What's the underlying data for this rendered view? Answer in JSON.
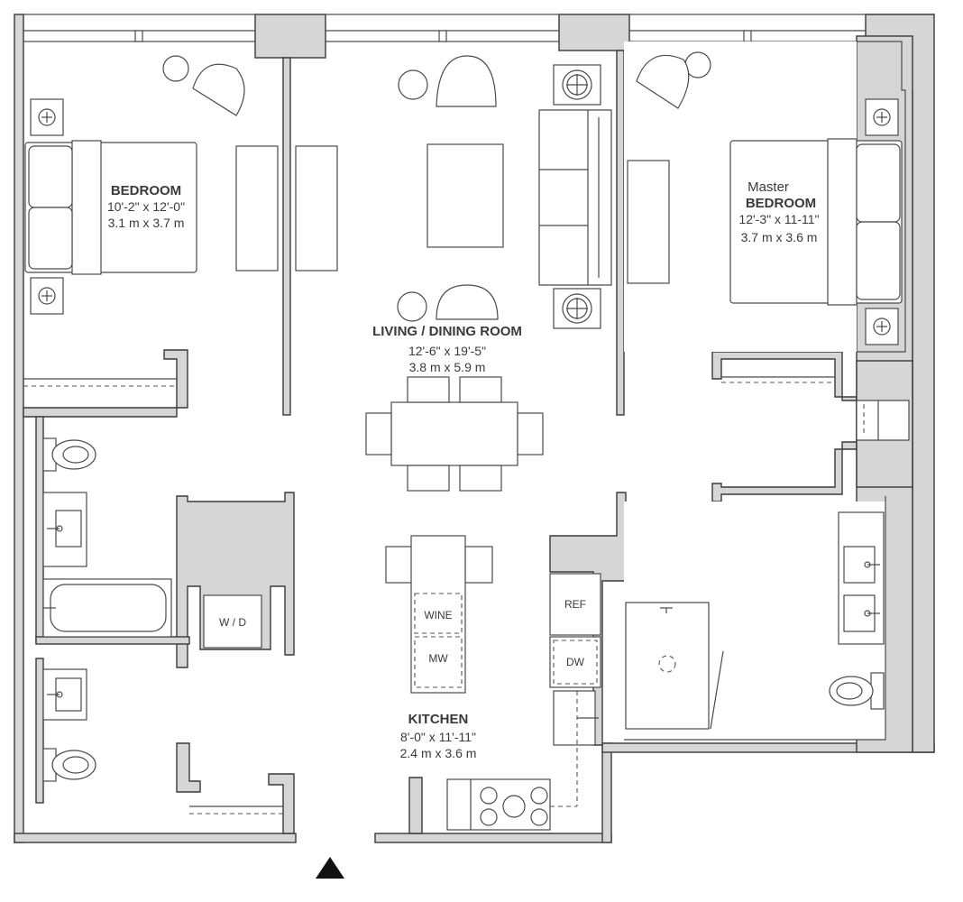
{
  "rooms": {
    "bedroom": {
      "title": "BEDROOM",
      "dims_imperial": "10'-2\" x 12'-0\"",
      "dims_metric": "3.1 m x 3.7 m"
    },
    "master": {
      "title_line1": "Master",
      "title_line2": "BEDROOM",
      "dims_imperial": "12'-3\" x 11-11\"",
      "dims_metric": "3.7 m x 3.6 m"
    },
    "living": {
      "title": "LIVING / DINING ROOM",
      "dims_imperial": "12'-6\" x 19'-5\"",
      "dims_metric": "3.8 m x 5.9 m"
    },
    "kitchen": {
      "title": "KITCHEN",
      "dims_imperial": "8'-0\" x 11'-11\"",
      "dims_metric": "2.4 m x 3.6 m"
    }
  },
  "appliances": {
    "wd": "W / D",
    "wine": "WINE",
    "mw": "MW",
    "ref": "REF",
    "dw": "DW"
  },
  "colors": {
    "wall": "#d6d6d6",
    "line": "#3a3a3a",
    "background": "#ffffff"
  }
}
